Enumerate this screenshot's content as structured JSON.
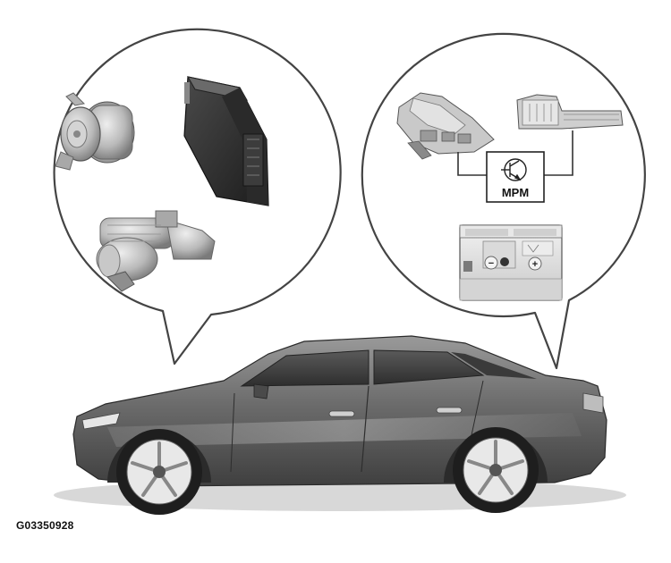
{
  "figure": {
    "id": "G03350928"
  },
  "components": {
    "left_callout": [
      "alternator",
      "engine-control-unit",
      "starter-motor"
    ],
    "right_callout": [
      "front-power-distribution-box",
      "rear-power-distribution-box",
      "power-module",
      "battery"
    ]
  },
  "power_module": {
    "label": "MPM"
  },
  "battery": {
    "minus_symbol": "−",
    "plus_symbol": "+"
  },
  "colors": {
    "line": "#3a3a3a",
    "car_body": "#6e6e6e",
    "background": "#ffffff"
  }
}
